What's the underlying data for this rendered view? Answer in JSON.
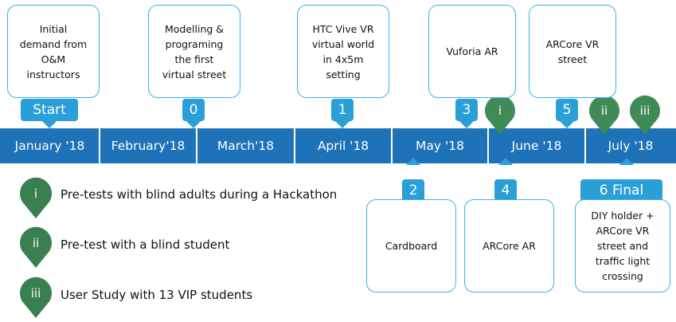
{
  "milestones_top": [
    {
      "card_text": "Initial\ndemand from\nO&M\ninstructors",
      "tag": "Start"
    },
    {
      "card_text": "Modelling &\nprograming\nthe first\nvirtual street",
      "tag": "0"
    },
    {
      "card_text": "HTC Vive VR\nvirtual world\nin 4x5m\nsetting",
      "tag": "1"
    },
    {
      "card_text": "Vuforia AR",
      "tag": "3"
    },
    {
      "card_text": "ARCore VR\nstreet",
      "tag": "5"
    }
  ],
  "milestones_bottom": [
    {
      "card_text": "Cardboard",
      "tag": "2"
    },
    {
      "card_text": "ARCore AR",
      "tag": "4"
    },
    {
      "card_text": "DIY holder +\nARCore VR\nstreet and\ntraffic light\ncrossing",
      "tag": "6 Final"
    }
  ],
  "months": [
    "January '18",
    "February'18",
    "March'18",
    "April '18",
    "May '18",
    "June '18",
    "July '18"
  ],
  "pins": [
    {
      "label": "i"
    },
    {
      "label": "ii"
    },
    {
      "label": "iii"
    }
  ],
  "legend": [
    {
      "marker": "i",
      "text": "Pre-tests with blind adults during a Hackathon"
    },
    {
      "marker": "ii",
      "text": "Pre-test with a blind student"
    },
    {
      "marker": "iii",
      "text": "User Study with 13 VIP students"
    }
  ],
  "colors": {
    "timeline_bar": "#1e72b8",
    "tag": "#2b9fd8",
    "card_border": "#35b3e8",
    "pin": "#3f8a57",
    "pin_legend": "#3a7f50"
  }
}
